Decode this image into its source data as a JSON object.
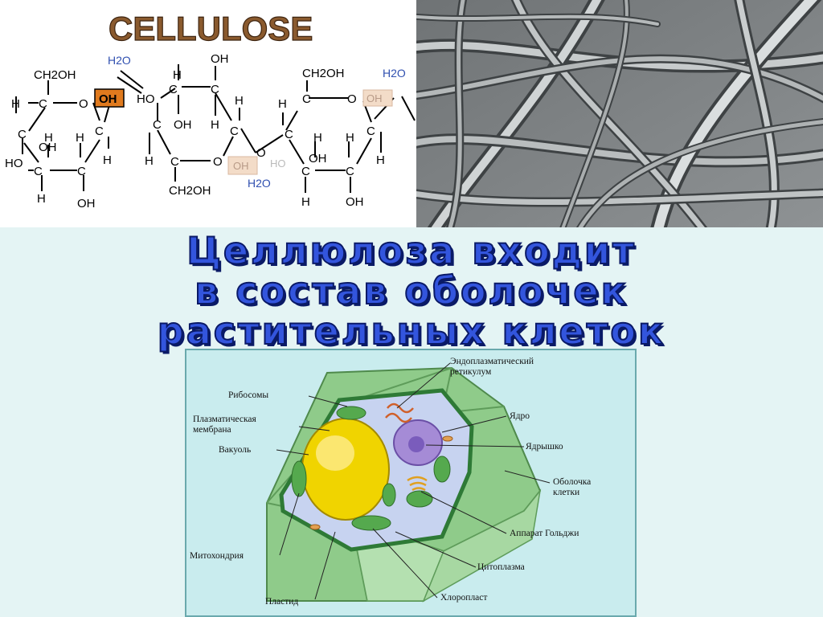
{
  "structure": {
    "title": "CELLULOSE",
    "atoms": {
      "ch2oh": "CH2OH",
      "c": "C",
      "h": "H",
      "o": "O",
      "oh": "OH",
      "ho": "HO",
      "h2o": "H2O"
    }
  },
  "photo": {
    "name": "cellulose-fibers-micrograph"
  },
  "headline": {
    "line1": "Целлюлоза входит",
    "line2": "в  состав оболочек",
    "line3": "растительных клеток"
  },
  "cell_diagram": {
    "labels": {
      "er": "Эндоплазматический\nретикулум",
      "ribosomes": "Рибосомы",
      "membrane": "Плазматическая\nмембрана",
      "vacuole": "Вакуоль",
      "nucleus": "Ядро",
      "nucleolus": "Ядрышко",
      "wall": "Оболочка\nклетки",
      "golgi": "Аппарат Гольджи",
      "mitochondria": "Митохондрия",
      "cytoplasm": "Цитоплазма",
      "plastid": "Пластид",
      "chloroplast": "Хлоропласт"
    }
  },
  "colors": {
    "headline_fill": "#3355dd",
    "headline_outline": "#0a1a66",
    "highlight_oh": "#e07a1e",
    "h2o_text": "#3050b0",
    "title_text": "#8a5a2e",
    "cell_wall": "#9ed49a",
    "vacuole": "#f0d400",
    "nucleus": "#a58bd6"
  }
}
